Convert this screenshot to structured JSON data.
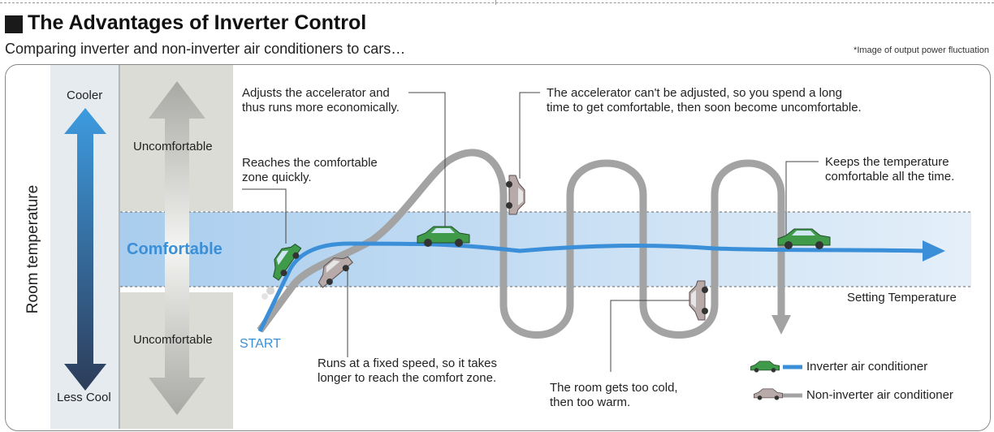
{
  "header": {
    "title": "The Advantages of Inverter Control",
    "subtitle": "Comparing inverter and non-inverter air conditioners to cars…",
    "note": "*Image of output power fluctuation"
  },
  "axis": {
    "label": "Room temperature",
    "top": "Cooler",
    "bottom": "Less Cool"
  },
  "zones": {
    "upper": "Uncomfortable",
    "middle": "Comfortable",
    "lower": "Uncomfortable",
    "setting": "Setting Temperature",
    "start": "START"
  },
  "annotations": {
    "accelerator": [
      "Adjusts the accelerator and",
      "thus runs more economically."
    ],
    "reaches": [
      "Reaches the comfortable",
      "zone quickly."
    ],
    "fixed_speed": [
      "Runs at a fixed speed, so it takes",
      "longer to reach the comfort zone."
    ],
    "cant_adjust": [
      "The accelerator can't be adjusted, so you spend a long",
      "time to get comfortable, then soon become uncomfortable."
    ],
    "keeps": [
      "Keeps the temperature",
      "comfortable all the time."
    ],
    "too_cold": [
      "The room gets too cold,",
      "then too warm."
    ]
  },
  "legend": {
    "inverter": "Inverter air conditioner",
    "non_inverter": "Non-inverter air conditioner"
  },
  "colors": {
    "inverter_line": "#3a8fd8",
    "non_inverter_line": "#a3a3a3",
    "comfort_band": "#bcd7ef",
    "inverter_car": "#3f9a4a",
    "non_inverter_car": "#b8aaa8",
    "axis_top": "#3d9be0",
    "axis_bottom": "#2d3c59"
  }
}
